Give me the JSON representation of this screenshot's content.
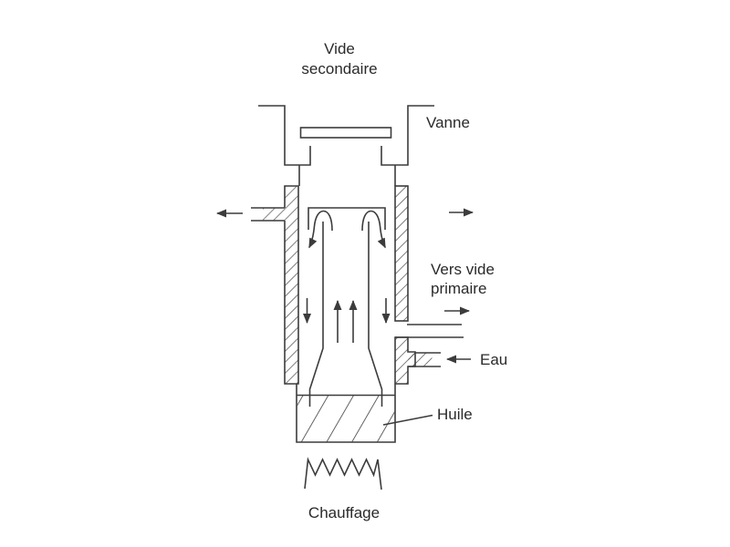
{
  "labels": {
    "secondary_vacuum_line1": "Vide",
    "secondary_vacuum_line2": "secondaire",
    "valve": "Vanne",
    "primary_vacuum_line1": "Vers vide",
    "primary_vacuum_line2": "primaire",
    "water": "Eau",
    "oil": "Huile",
    "heating": "Chauffage"
  },
  "colors": {
    "line": "#3c3c3c",
    "text": "#2a2a2a",
    "background": "#ffffff"
  }
}
